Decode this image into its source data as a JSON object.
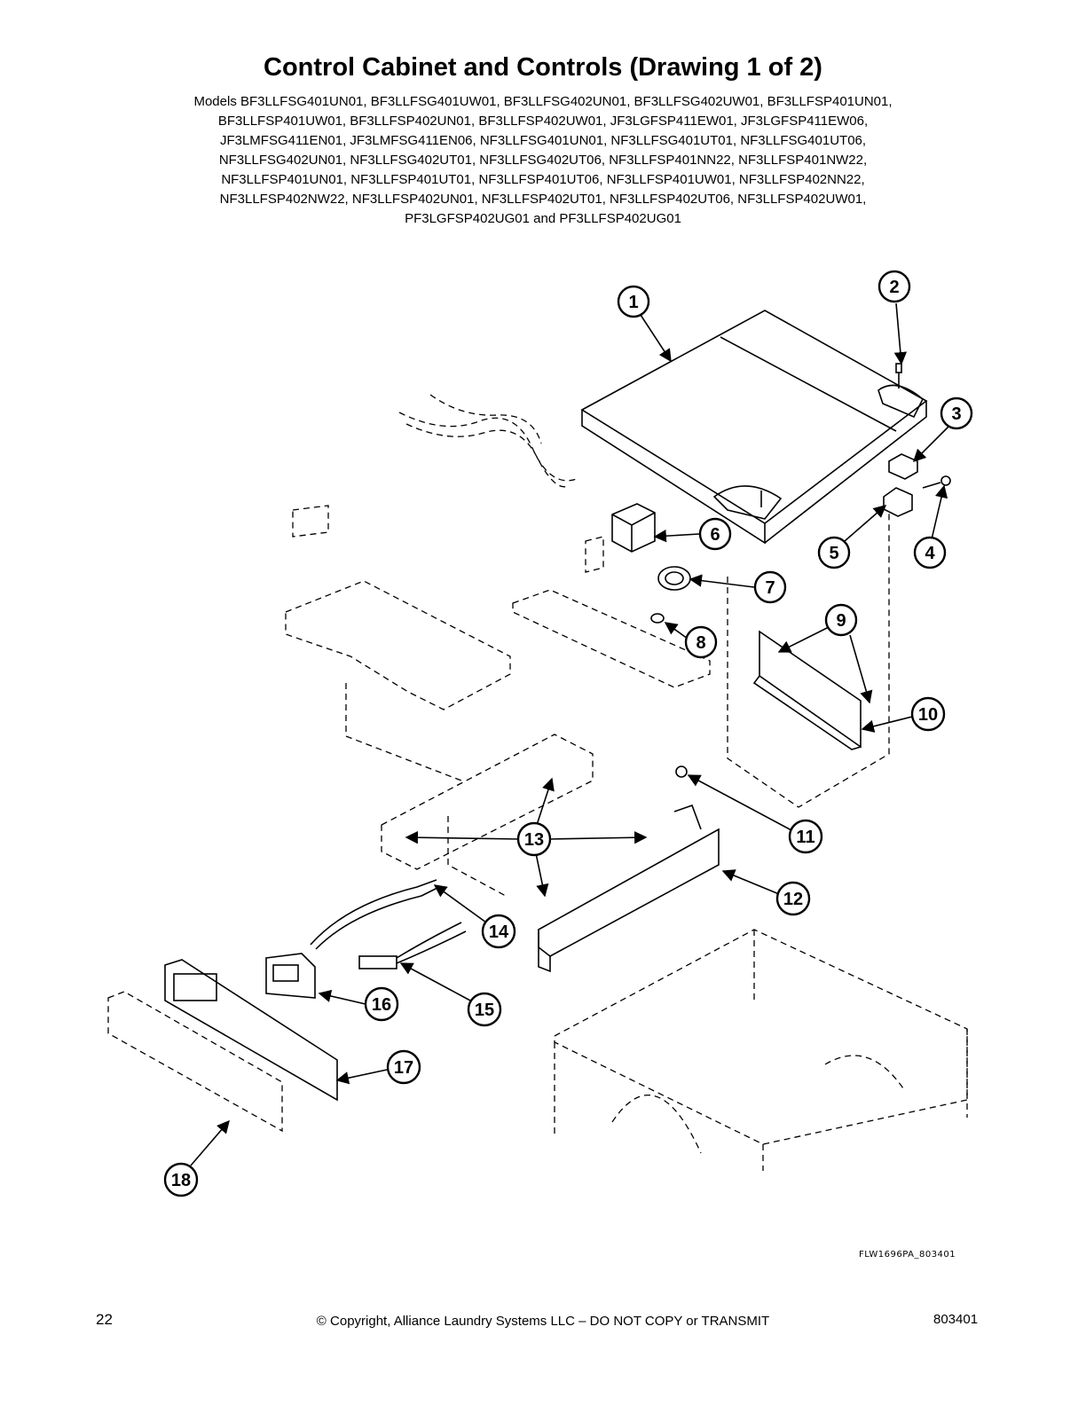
{
  "header": {
    "title": "Control Cabinet and Controls (Drawing 1 of 2)",
    "models": [
      "Models BF3LLFSG401UN01, BF3LLFSG401UW01, BF3LLFSG402UN01, BF3LLFSG402UW01, BF3LLFSP401UN01,",
      "BF3LLFSP401UW01, BF3LLFSP402UN01, BF3LLFSP402UW01, JF3LGFSP411EW01, JF3LGFSP411EW06,",
      "JF3LMFSG411EN01, JF3LMFSG411EN06, NF3LLFSG401UN01, NF3LLFSG401UT01, NF3LLFSG401UT06,",
      "NF3LLFSG402UN01, NF3LLFSG402UT01, NF3LLFSG402UT06, NF3LLFSP401NN22, NF3LLFSP401NW22,",
      "NF3LLFSP401UN01, NF3LLFSP401UT01, NF3LLFSP401UT06, NF3LLFSP401UW01, NF3LLFSP402NN22,",
      "NF3LLFSP402NW22, NF3LLFSP402UN01, NF3LLFSP402UT01, NF3LLFSP402UT06, NF3LLFSP402UW01,",
      "PF3LGFSP402UG01 and PF3LLFSP402UG01"
    ]
  },
  "callouts": [
    "1",
    "2",
    "3",
    "4",
    "5",
    "6",
    "7",
    "8",
    "9",
    "10",
    "11",
    "12",
    "13",
    "14",
    "15",
    "16",
    "17",
    "18"
  ],
  "drawing_code": "FLW1696PA_803401",
  "footer": {
    "page_number": "22",
    "copyright": "© Copyright, Alliance Laundry Systems LLC – DO NOT COPY or TRANSMIT",
    "document_number": "803401"
  }
}
